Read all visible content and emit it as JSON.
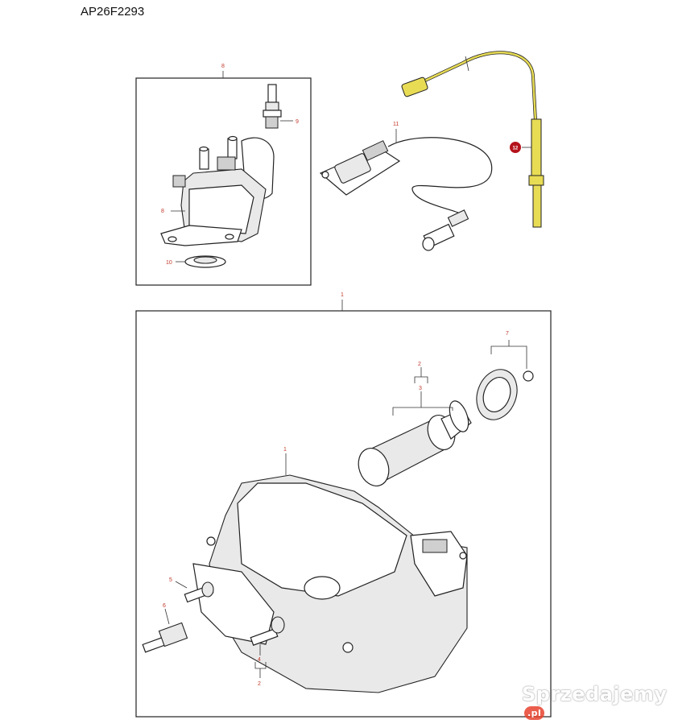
{
  "drawing_code": "AP26F2293",
  "watermark": {
    "text": "Sprzedajemy",
    "tld": ".pl"
  },
  "callouts": {
    "top_box": "8",
    "sensor_9": "9",
    "doser_8": "8",
    "seal_10": "10",
    "nox_11": "11",
    "temp_12": "12",
    "main_box": "1",
    "filter_2": "2",
    "filter_3": "3",
    "cap_7": "7",
    "pump_1": "1",
    "fitting_5": "5",
    "fitting_6": "6",
    "group_4": "4",
    "group_2": "2"
  },
  "colors": {
    "callout": "#c0392b",
    "highlight": "#b5121b",
    "sensor_yellow": "#e8dc55"
  }
}
